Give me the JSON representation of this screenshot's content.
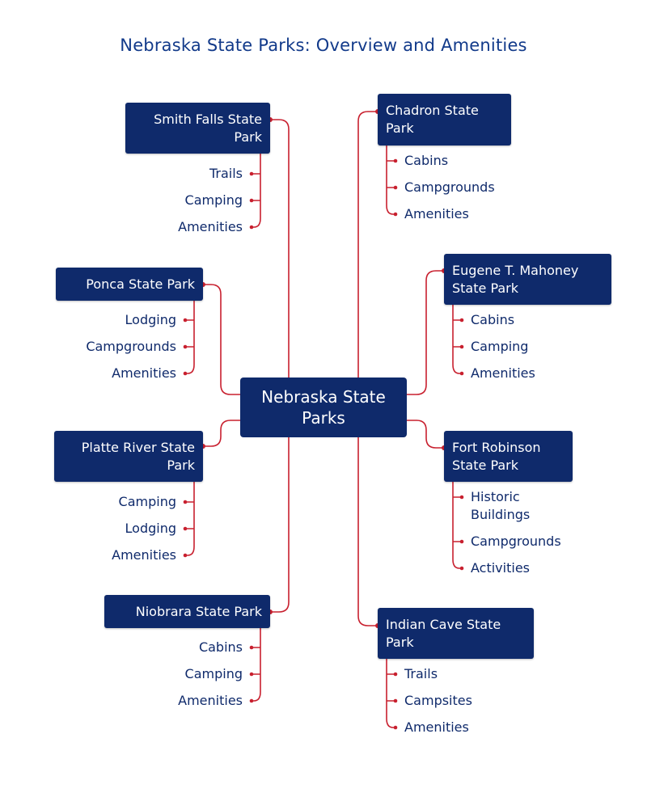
{
  "title": "Nebraska State Parks: Overview and Amenities",
  "center": "Nebraska State Parks",
  "parks": {
    "smith_falls": {
      "name": "Smith Falls State Park",
      "items": [
        "Trails",
        "Camping",
        "Amenities"
      ]
    },
    "ponca": {
      "name": "Ponca State Park",
      "items": [
        "Lodging",
        "Campgrounds",
        "Amenities"
      ]
    },
    "platte_river": {
      "name": "Platte River State Park",
      "items": [
        "Camping",
        "Lodging",
        "Amenities"
      ]
    },
    "niobrara": {
      "name": "Niobrara State Park",
      "items": [
        "Cabins",
        "Camping",
        "Amenities"
      ]
    },
    "chadron": {
      "name": "Chadron State Park",
      "items": [
        "Cabins",
        "Campgrounds",
        "Amenities"
      ]
    },
    "mahoney": {
      "name": "Eugene T. Mahoney State Park",
      "items": [
        "Cabins",
        "Camping",
        "Amenities"
      ]
    },
    "fort_robinson": {
      "name": "Fort Robinson State Park",
      "items": [
        "Historic Buildings",
        "Campgrounds",
        "Activities"
      ]
    },
    "indian_cave": {
      "name": "Indian Cave State Park",
      "items": [
        "Trails",
        "Campsites",
        "Amenities"
      ]
    }
  },
  "colors": {
    "node": "#0f2a6b",
    "connector": "#c8202f",
    "text": "#0f2a6b"
  }
}
